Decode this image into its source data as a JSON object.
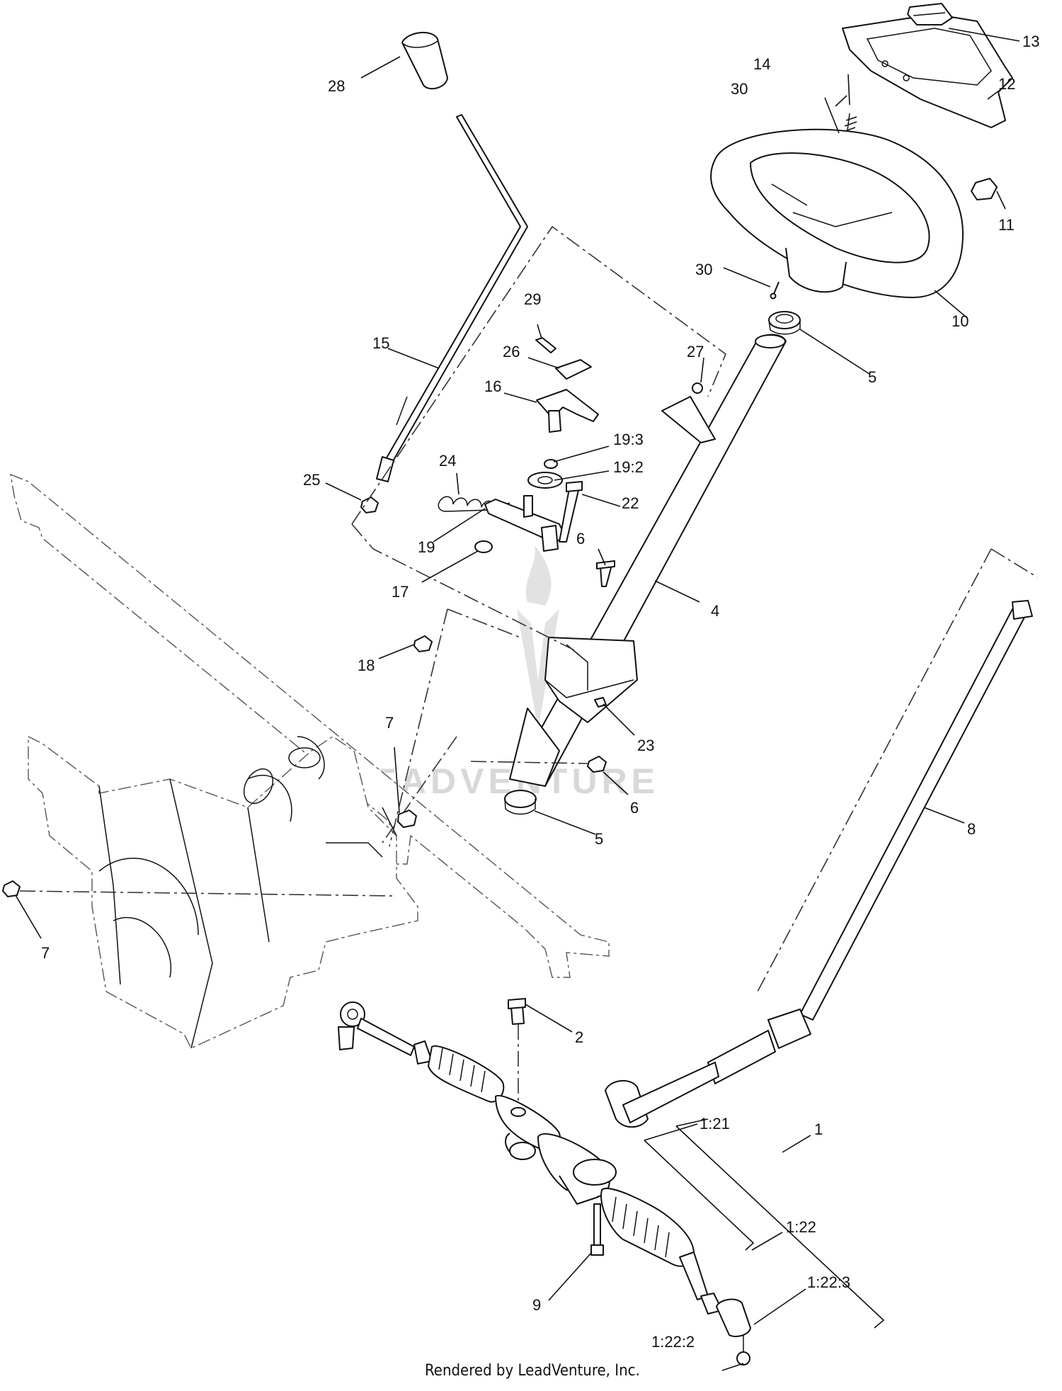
{
  "diagram": {
    "callouts": [
      {
        "id": "13",
        "text": "13"
      },
      {
        "id": "14",
        "text": "14"
      },
      {
        "id": "12",
        "text": "12"
      },
      {
        "id": "30a",
        "text": "30"
      },
      {
        "id": "28",
        "text": "28"
      },
      {
        "id": "11",
        "text": "11"
      },
      {
        "id": "30b",
        "text": "30"
      },
      {
        "id": "10",
        "text": "10"
      },
      {
        "id": "29",
        "text": "29"
      },
      {
        "id": "15",
        "text": "15"
      },
      {
        "id": "26",
        "text": "26"
      },
      {
        "id": "27",
        "text": "27"
      },
      {
        "id": "5a",
        "text": "5"
      },
      {
        "id": "16",
        "text": "16"
      },
      {
        "id": "19-3",
        "text": "19:3"
      },
      {
        "id": "24",
        "text": "24"
      },
      {
        "id": "19-2",
        "text": "19:2"
      },
      {
        "id": "25",
        "text": "25"
      },
      {
        "id": "22",
        "text": "22"
      },
      {
        "id": "19",
        "text": "19"
      },
      {
        "id": "6a",
        "text": "6"
      },
      {
        "id": "17",
        "text": "17"
      },
      {
        "id": "4",
        "text": "4"
      },
      {
        "id": "18",
        "text": "18"
      },
      {
        "id": "7a",
        "text": "7"
      },
      {
        "id": "23",
        "text": "23"
      },
      {
        "id": "6b",
        "text": "6"
      },
      {
        "id": "8",
        "text": "8"
      },
      {
        "id": "5b",
        "text": "5"
      },
      {
        "id": "7b",
        "text": "7"
      },
      {
        "id": "2",
        "text": "2"
      },
      {
        "id": "1",
        "text": "1"
      },
      {
        "id": "1-21",
        "text": "1:21"
      },
      {
        "id": "1-22",
        "text": "1:22"
      },
      {
        "id": "9",
        "text": "9"
      },
      {
        "id": "1-22-3",
        "text": "1:22:3"
      },
      {
        "id": "1-22-2",
        "text": "1:22:2"
      }
    ],
    "watermark": "LEADVENTURE",
    "footer": "Rendered by LeadVenture, Inc."
  }
}
